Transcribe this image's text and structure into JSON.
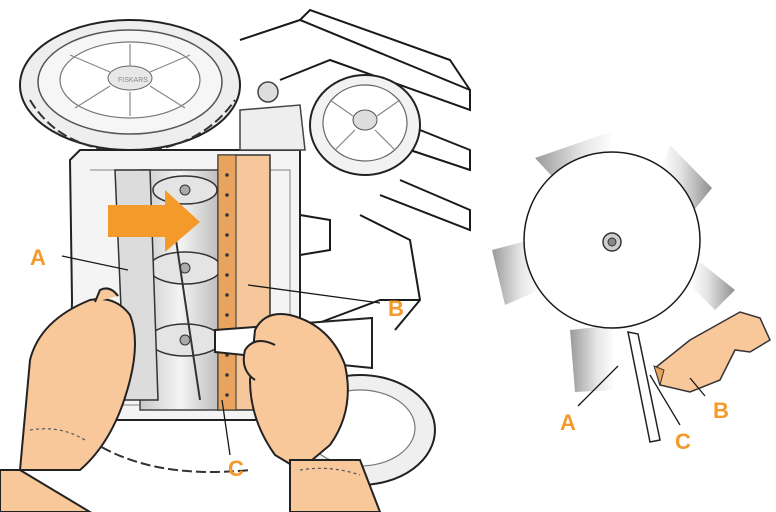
{
  "colors": {
    "accent": "#f39a2b",
    "skin": "#f8c79a",
    "skin_outline": "#2a2a2a",
    "metal_light": "#f0f0f0",
    "metal_mid": "#bdbdbd",
    "line": "#1a1a1a",
    "label": "#f39a2b"
  },
  "left_diagram": {
    "labels": {
      "a": "A",
      "b": "B",
      "c": "C"
    },
    "brand_mark": "FISKARS"
  },
  "right_diagram": {
    "labels": {
      "a": "A",
      "b": "B",
      "c": "C"
    }
  }
}
